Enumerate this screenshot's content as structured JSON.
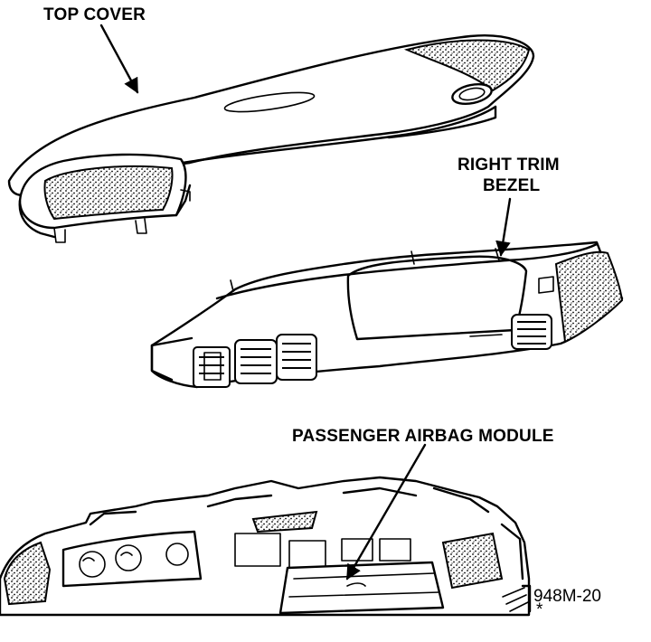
{
  "labels": {
    "top_cover": "TOP COVER",
    "right_trim_bezel_line1": "RIGHT TRIM",
    "right_trim_bezel_line2": "BEZEL",
    "passenger_airbag_module": "PASSENGER AIRBAG MODULE",
    "figure_number": "948M-20"
  }
}
